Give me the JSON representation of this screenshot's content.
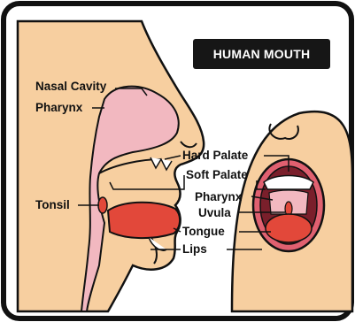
{
  "title": "HUMAN MOUTH",
  "labels": {
    "nasal_cavity": "Nasal Cavity",
    "pharynx_left": "Pharynx",
    "tonsil": "Tonsil",
    "hard_palate": "Hard Palate",
    "soft_palate": "Soft Palate",
    "pharynx_right": "Pharynx",
    "uvula": "Uvula",
    "tongue": "Tongue",
    "lips": "Lips"
  },
  "colors": {
    "skin": "#f7cfa0",
    "cavity": "#f2b8c0",
    "tongue": "#e2483a",
    "mouth_dark": "#7a1f2b",
    "teeth": "#ffffff",
    "outline": "#111111",
    "title_bg": "#161616"
  }
}
